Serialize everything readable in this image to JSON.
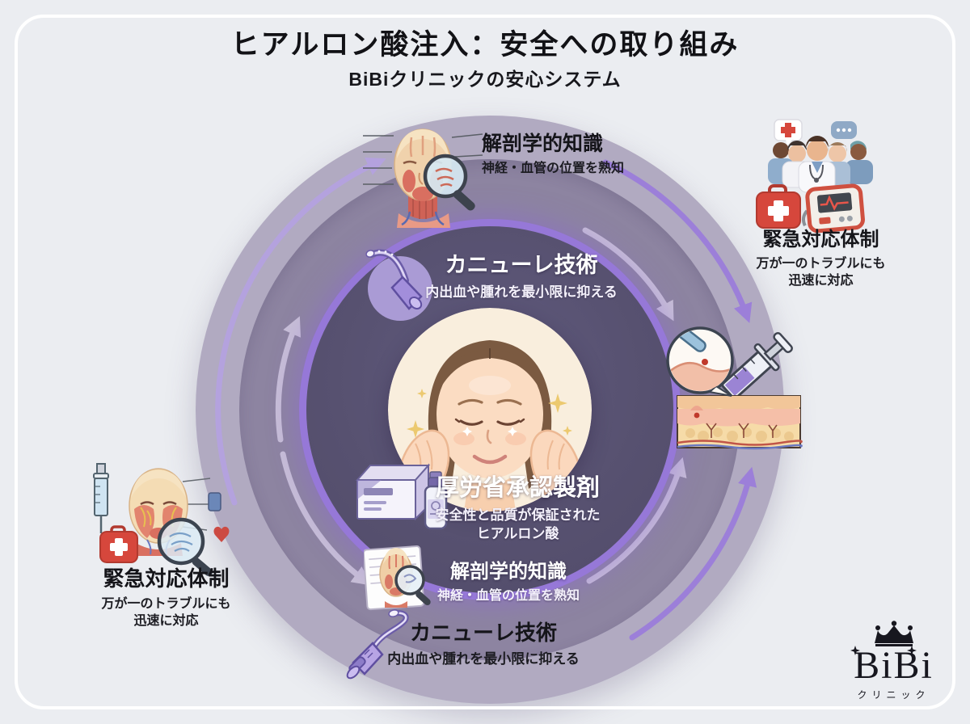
{
  "header": {
    "title": "ヒアルロン酸注入：安全への取り組み",
    "subtitle": "BiBiクリニックの安心システム"
  },
  "nodes": {
    "anatomy": {
      "title": "解剖学的知識",
      "desc": "神経・血管の位置を熟知"
    },
    "cannula": {
      "title": "カニューレ技術",
      "desc": "内出血や腫れを最小限に抑える"
    },
    "approved": {
      "title": "厚労省承認製剤",
      "desc_line1": "安全性と品質が保証された",
      "desc_line2": "ヒアルロン酸"
    },
    "emergency": {
      "title": "緊急対応体制",
      "desc_line1": "万が一のトラブルにも",
      "desc_line2": "迅速に対応"
    }
  },
  "logo": {
    "brand": "BiBi",
    "suffix": "クリニック"
  },
  "colors": {
    "background": "#ebedf1",
    "frame_border": "#ffffff",
    "ring_outer": "#b1aac1",
    "ring_middle": "#8d84a1",
    "ring_inner_dark": "#575170",
    "glow_purple": "#9678d8",
    "center_circle": "#f9eedd",
    "arrow_light": "#c7bed7",
    "arrow_lavender": "#b4a2de",
    "arrow_purple": "#9c7fd9",
    "text_dark": "#15151a",
    "text_light": "#ffffff",
    "emergency_red": "#d6473c",
    "skin_tone": "#fbdcc2",
    "hair_brown": "#7b5a41",
    "sparkle_gold": "#ecc96f"
  },
  "icons": {
    "anatomy-face-icon": "écorché head with muscle layers and magnifier",
    "magnifier-icon": "magnifying glass",
    "cannula-icon": "blunt-tip micro-cannula",
    "face-portrait-illustration": "woman with closed eyes touching cheeks",
    "medicine-box-vial-icon": "approved drug box and vial",
    "medical-team-icon": "five medical staff with speech bubbles",
    "first-aid-kit-icon": "red first aid case with white cross",
    "aed-icon": "defibrillator with ECG screen",
    "syringe-skin-icon": "syringe injecting into skin cross-section with zoom callout",
    "crown-icon": "clinic logo crown",
    "sparkle-icon": "four-point sparkle"
  }
}
